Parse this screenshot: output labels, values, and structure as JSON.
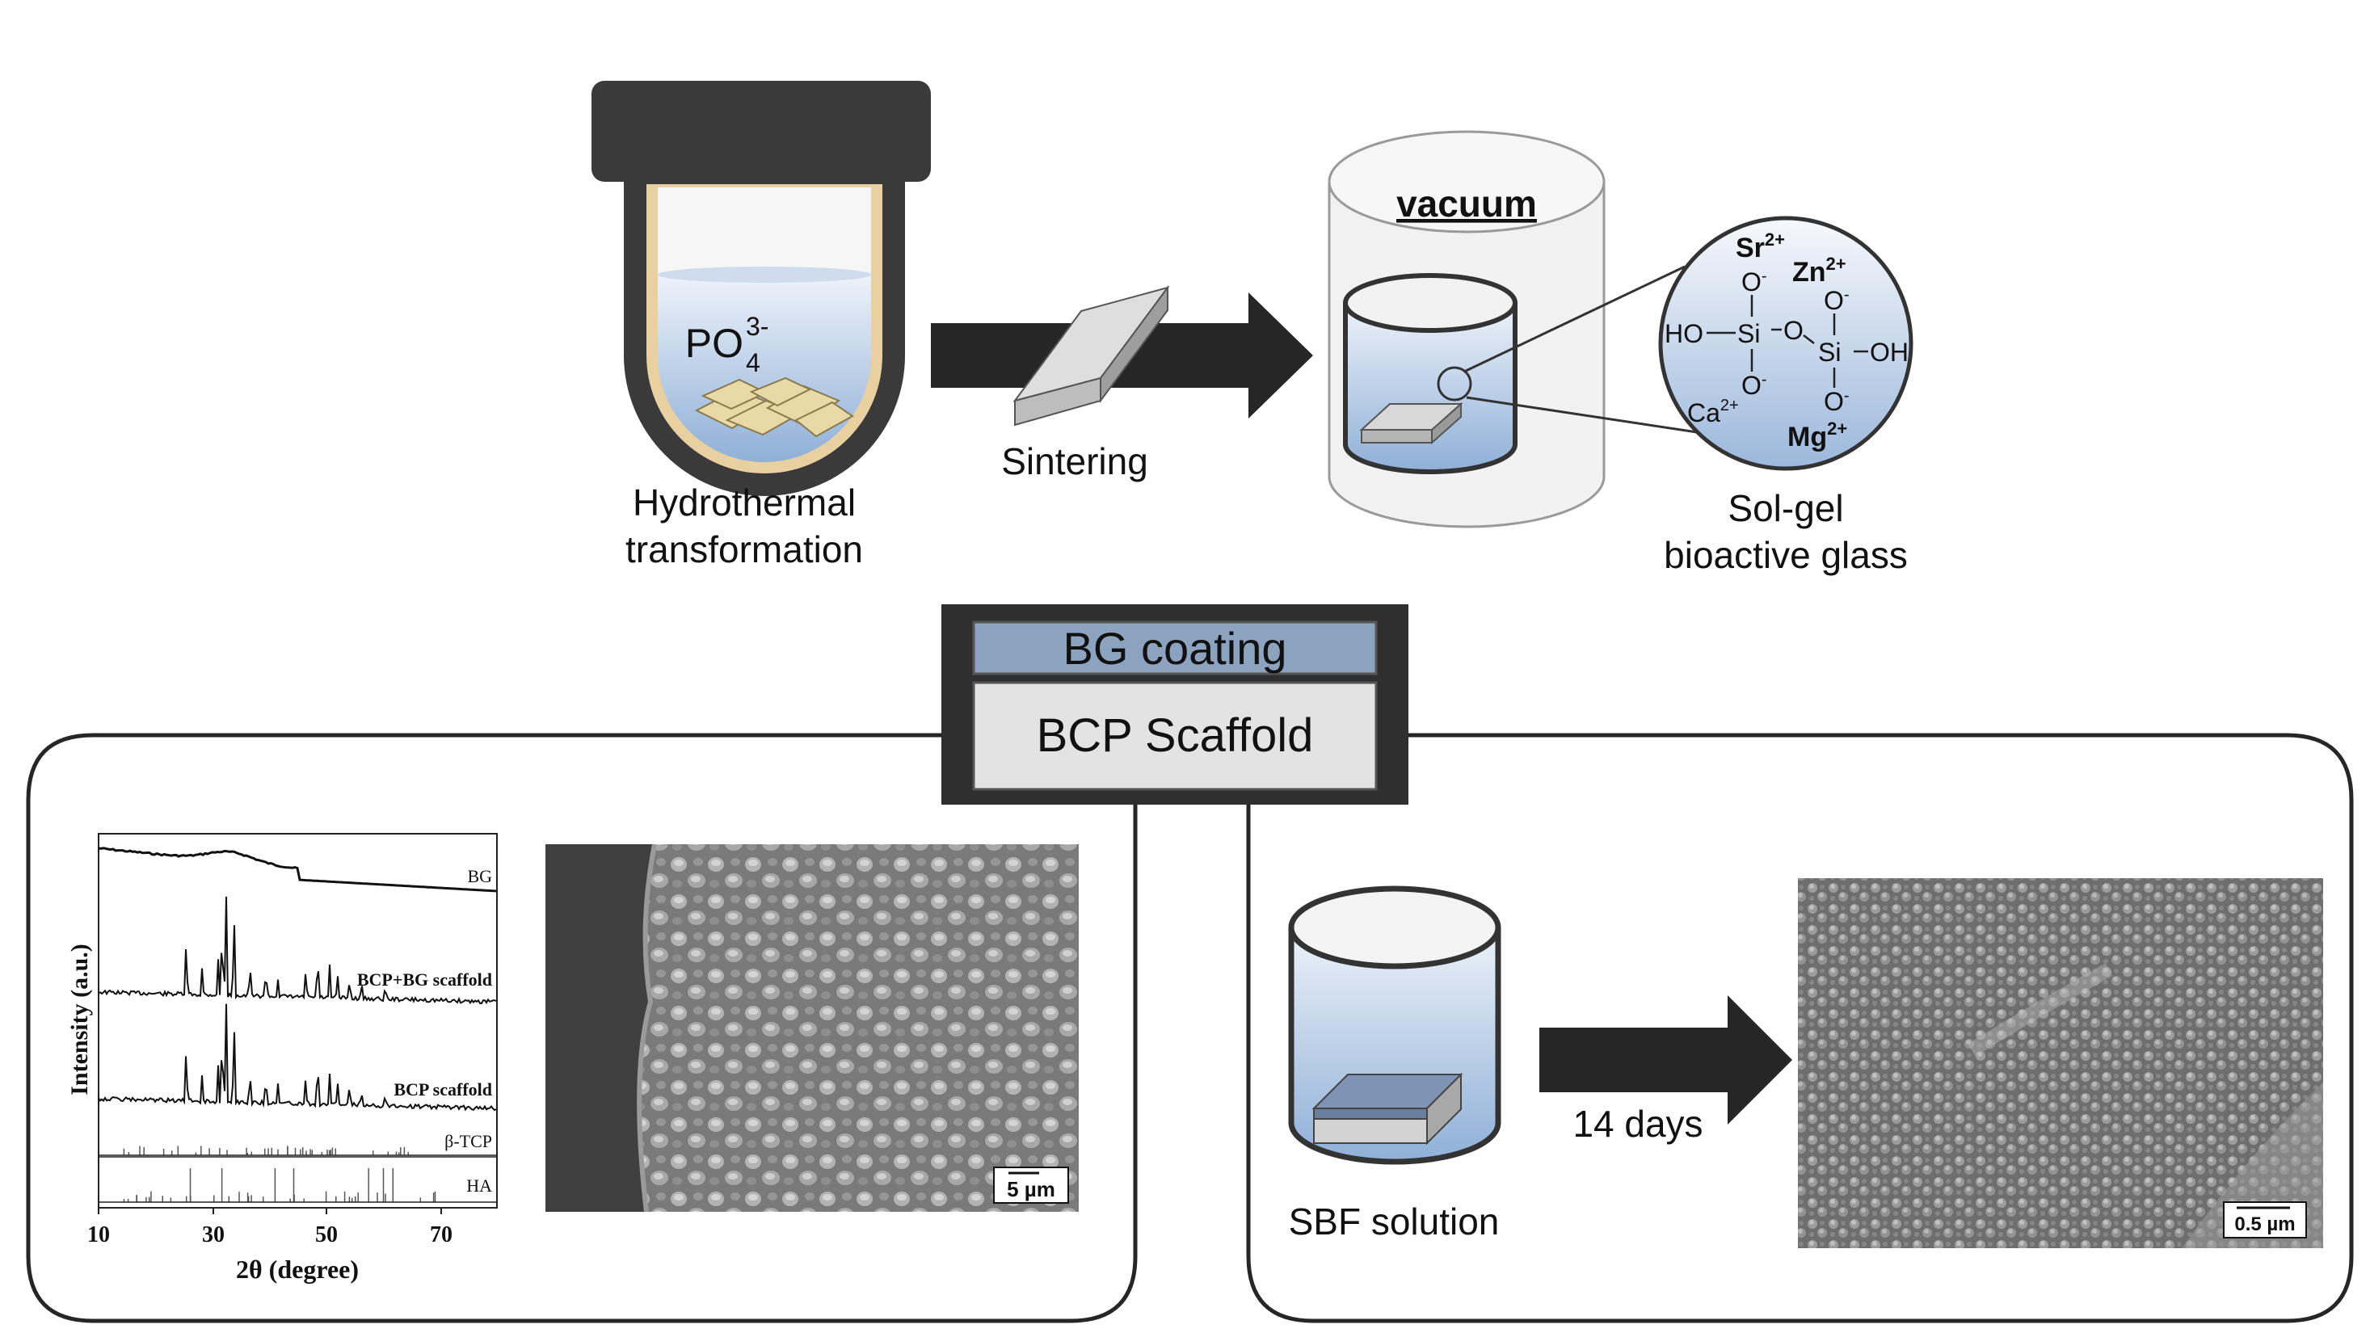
{
  "process": {
    "hydrothermal": {
      "ion_base": "PO",
      "ion_sub": "4",
      "ion_sup": "3-",
      "label_line1": "Hydrothermal",
      "label_line2": "transformation"
    },
    "sintering": {
      "label": "Sintering"
    },
    "vacuum": {
      "label": "vacuum"
    },
    "bioactive_glass": {
      "label_line1": "Sol-gel",
      "label_line2": "bioactive glass",
      "ions": {
        "sr": "Sr",
        "zn": "Zn",
        "ca": "Ca",
        "mg": "Mg",
        "charge": "2+"
      },
      "atoms": {
        "ho": "HO",
        "si": "Si",
        "o": "O",
        "oh": "OH",
        "minus": "-"
      }
    }
  },
  "legend": {
    "coating": "BG coating",
    "scaffold": "BCP Scaffold"
  },
  "xrd": {
    "ylabel": "Intensity (a.u.)",
    "xlabel": "2θ (degree)",
    "ticks": [
      "10",
      "30",
      "50",
      "70"
    ],
    "traces": [
      "BG",
      "BCP+BG scaffold",
      "BCP scaffold",
      "β-TCP",
      "HA"
    ]
  },
  "sem": {
    "left_scale": "5 µm",
    "right_scale": "0.5 µm"
  },
  "sbf": {
    "label": "SBF solution",
    "duration": "14 days"
  },
  "colors": {
    "dark": "#333333",
    "blue": "#8ca3c0",
    "liquid_top": "#e6eef8",
    "liquid_bottom": "#8fb0d8",
    "tan": "#e8d0a0",
    "gray_box": "#e3e3e3"
  }
}
